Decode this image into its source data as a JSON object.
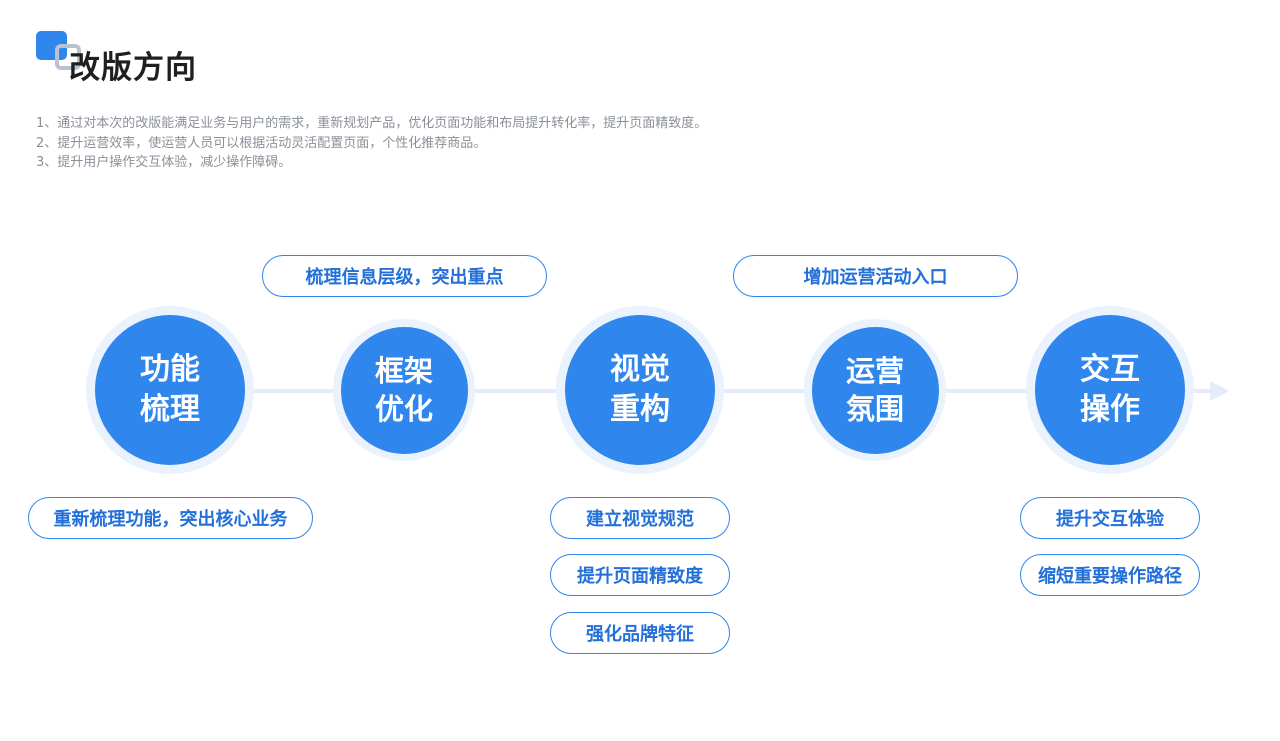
{
  "header": {
    "title": "改版方向"
  },
  "descriptions": [
    "1、通过对本次的改版能满足业务与用户的需求，重新规划产品，优化页面功能和布局提升转化率，提升页面精致度。",
    "2、提升运营效率，使运营人员可以根据活动灵活配置页面，个性化推荐商品。",
    "3、提升用户操作交互体验，减少操作障碍。"
  ],
  "colors": {
    "primary": "#2f86ec",
    "halo": "#eaf2fd",
    "pill_text": "#2370d9",
    "connector": "#e3ecf8"
  },
  "stages": [
    {
      "line1": "功能",
      "line2": "梳理",
      "notes_below": [
        "重新梳理功能，突出核心业务"
      ]
    },
    {
      "line1": "框架",
      "line2": "优化",
      "note_above": "梳理信息层级，突出重点"
    },
    {
      "line1": "视觉",
      "line2": "重构",
      "notes_below": [
        "建立视觉规范",
        "提升页面精致度",
        "强化品牌特征"
      ]
    },
    {
      "line1": "运营",
      "line2": "氛围",
      "note_above": "增加运营活动入口"
    },
    {
      "line1": "交互",
      "line2": "操作",
      "notes_below": [
        "提升交互体验",
        "缩短重要操作路径"
      ]
    }
  ]
}
